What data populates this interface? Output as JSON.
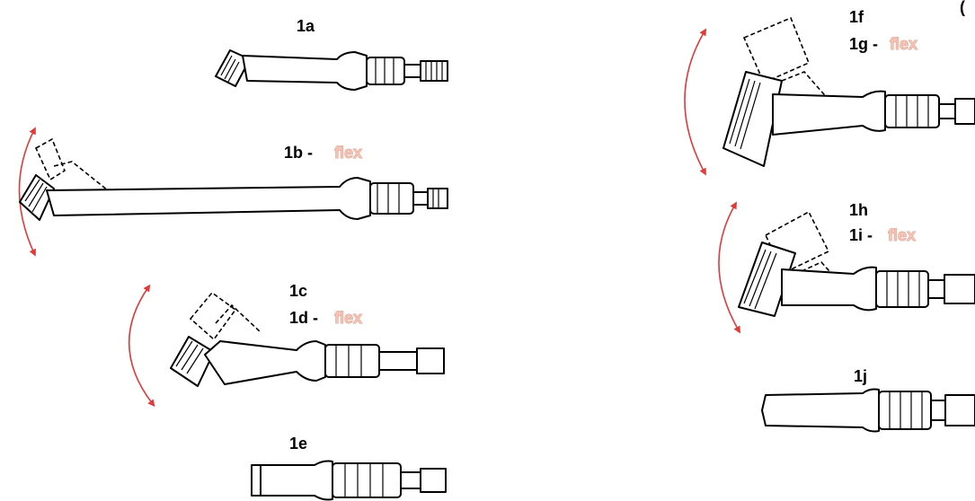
{
  "colors": {
    "flex_text": "#f3c4b5",
    "arrow": "#e03a3a",
    "line": "#000000"
  },
  "labels": {
    "a": "1a",
    "b": "1b -",
    "c": "1c",
    "d": "1d -",
    "e": "1e",
    "f": "1f",
    "g": "1g -",
    "h": "1h",
    "i": "1i -",
    "j": "1j",
    "flex": "flex",
    "corner": "("
  }
}
